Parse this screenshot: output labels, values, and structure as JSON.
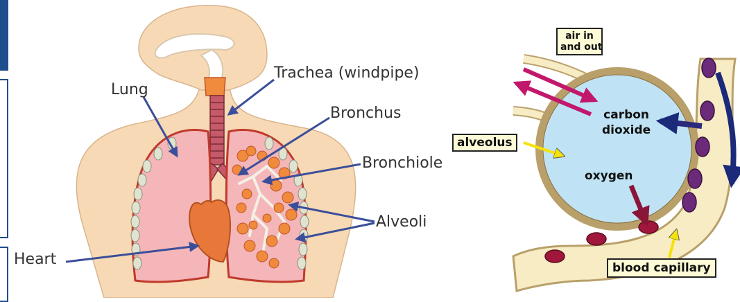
{
  "left_diagram": {
    "labels": {
      "trachea": "Trachea (windpipe)",
      "lung": "Lung",
      "bronchus": "Bronchus",
      "bronchiole": "Bronchiole",
      "alveoli": "Alveoli",
      "heart": "Heart"
    }
  },
  "right_diagram": {
    "labels": {
      "air": "air in\nand out",
      "carbon_dioxide": "carbon\ndioxide",
      "alveolus": "alveolus",
      "oxygen": "oxygen",
      "blood_capillary": "blood capillary"
    }
  },
  "colors": {
    "lung_fill": "#f4b6b8",
    "lung_edge": "#c0392b",
    "heart": "#e8783a",
    "alveoli": "#f08a3c",
    "skin": "#f7d9b5",
    "arrow_blue": "#3b4e9a",
    "alveolus_fill": "#bfe3f4",
    "capillary_wall": "#f7ecc4",
    "red_cell": "#a0173b",
    "purple_cell": "#6b2a7a",
    "pink_arrow": "#c2186b",
    "yellow_arrow": "#f5e20a",
    "navy": "#1c2a7a"
  }
}
